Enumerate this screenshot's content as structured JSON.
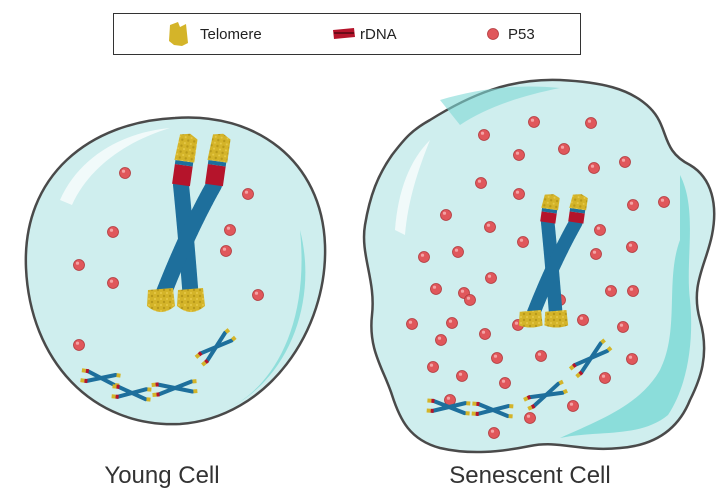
{
  "legend": {
    "telomere": "Telomere",
    "rdna": "rDNA",
    "p53": "P53"
  },
  "captions": {
    "young": "Young Cell",
    "senescent": "Senescent Cell"
  },
  "colors": {
    "telomere": "#d4b429",
    "rdna": "#b5142b",
    "p53": "#e0575b",
    "chromosome": "#1e6f9c",
    "cell_fill": "#cfeeee",
    "cell_inner": "#7fd9d6",
    "outline": "#4a4a4a"
  },
  "young_cell": {
    "p53_count": 9,
    "small_chromosome_count": 4
  },
  "senescent_cell": {
    "p53_count": 44,
    "small_chromosome_count": 5
  }
}
